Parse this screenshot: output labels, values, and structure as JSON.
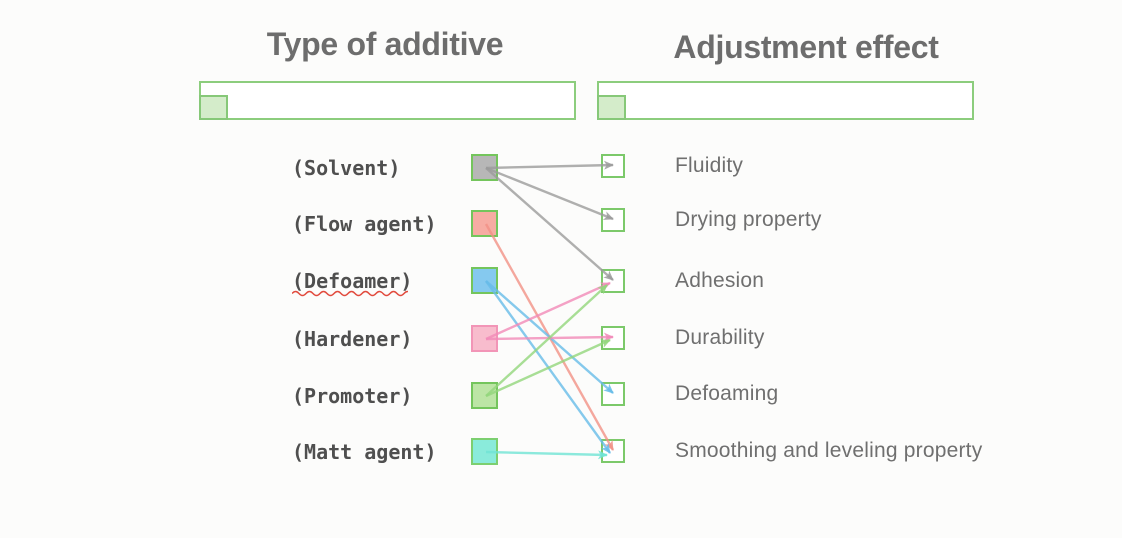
{
  "diagram": {
    "left_header": {
      "title": "Type of additive"
    },
    "right_header": {
      "title": "Adjustment effect"
    },
    "additives": [
      {
        "label": "(Solvent)",
        "fill": "#b7b7b7",
        "border": "#74c55c",
        "spellcheck_underline": false
      },
      {
        "label": "(Flow agent)",
        "fill": "#f7aca3",
        "border": "#74c55c",
        "spellcheck_underline": false
      },
      {
        "label": "(Defoamer)",
        "fill": "#85c9ef",
        "border": "#74c55c",
        "spellcheck_underline": true
      },
      {
        "label": "(Hardener)",
        "fill": "#f8bccd",
        "border": "#f295b7",
        "spellcheck_underline": false
      },
      {
        "label": "(Promoter)",
        "fill": "#bce5a5",
        "border": "#74c55c",
        "spellcheck_underline": false
      },
      {
        "label": "(Matt agent)",
        "fill": "#8aebdb",
        "border": "#7ccf70",
        "spellcheck_underline": false
      }
    ],
    "effects": [
      {
        "label": "Fluidity"
      },
      {
        "label": "Drying property"
      },
      {
        "label": "Adhesion"
      },
      {
        "label": "Durability"
      },
      {
        "label": "Defoaming"
      },
      {
        "label": "Smoothing and leveling property"
      }
    ],
    "connections": [
      {
        "from": "(Solvent)",
        "to": "Fluidity",
        "color": "#9b9b9b"
      },
      {
        "from": "(Solvent)",
        "to": "Drying property",
        "color": "#9b9b9b"
      },
      {
        "from": "(Solvent)",
        "to": "Adhesion",
        "color": "#9b9b9b"
      },
      {
        "from": "(Flow agent)",
        "to": "Smoothing and leveling property",
        "color": "#f19186"
      },
      {
        "from": "(Defoamer)",
        "to": "Defoaming",
        "color": "#66bce8"
      },
      {
        "from": "(Defoamer)",
        "to": "Smoothing and leveling property",
        "color": "#66bce8"
      },
      {
        "from": "(Hardener)",
        "to": "Adhesion",
        "color": "#f18ab8"
      },
      {
        "from": "(Hardener)",
        "to": "Durability",
        "color": "#f18ab8"
      },
      {
        "from": "(Promoter)",
        "to": "Adhesion",
        "color": "#92d67c"
      },
      {
        "from": "(Promoter)",
        "to": "Durability",
        "color": "#92d67c"
      },
      {
        "from": "(Matt agent)",
        "to": "Smoothing and leveling property",
        "color": "#6fe4d5"
      }
    ],
    "colors": {
      "bar_border": "#8ccd7d",
      "bar_square_fill": "#d4ecca",
      "bar_square_border": "#86c878",
      "effect_box_border": "#7cc96a",
      "title_text": "#6d6d6d",
      "additive_label_text": "#4f4f4f",
      "effect_label_text": "#6f6f6f",
      "spellcheck_color": "#e14b3e"
    }
  }
}
